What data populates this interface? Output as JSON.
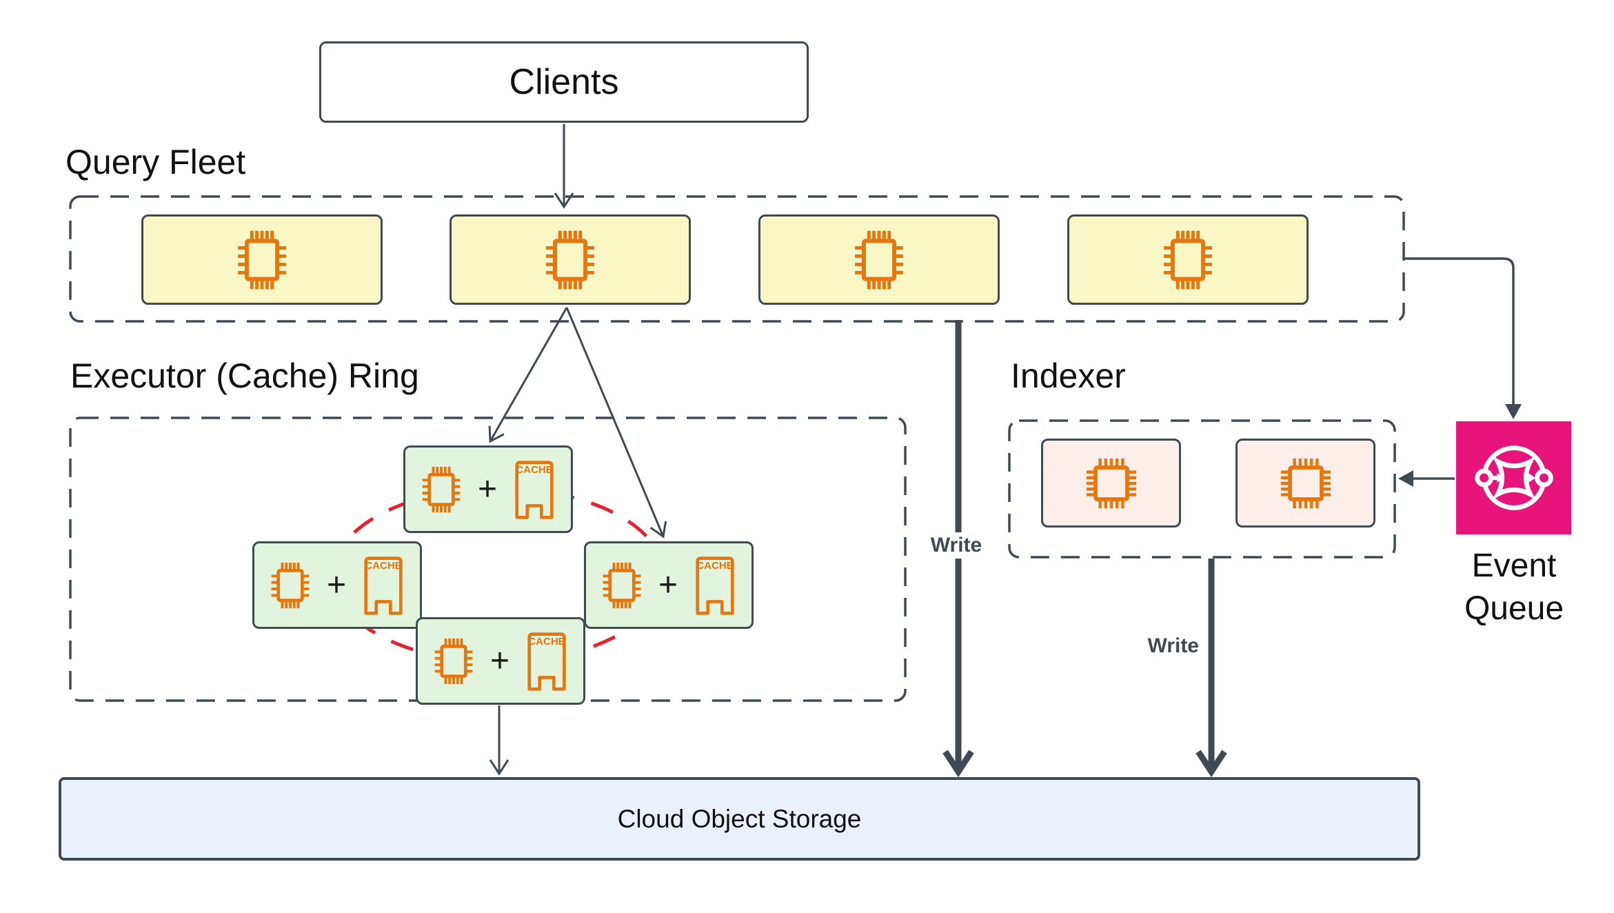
{
  "clients": {
    "label": "Clients"
  },
  "query_fleet": {
    "title": "Query Fleet",
    "node_count": 4
  },
  "executor_ring": {
    "title": "Executor (Cache) Ring",
    "plus_sign": "+",
    "cache_label": "CACHE",
    "node_count": 4
  },
  "indexer": {
    "title": "Indexer",
    "node_count": 2
  },
  "event_queue": {
    "label_line1": "Event",
    "label_line2": "Queue"
  },
  "storage": {
    "label": "Cloud Object Storage"
  },
  "edges": {
    "query_fleet_write_label": "Write",
    "indexer_write_label": "Write"
  },
  "colors": {
    "line_dark": "#3F4A55",
    "icon_orange": "#E6760E",
    "node_yellow": "#FAF7C6",
    "node_green": "#E2F4DE",
    "node_pink": "#FCEEE9",
    "event_queue_pink": "#E7157B",
    "storage_blue": "#EAF1FB",
    "ring_red": "#E8212E"
  }
}
